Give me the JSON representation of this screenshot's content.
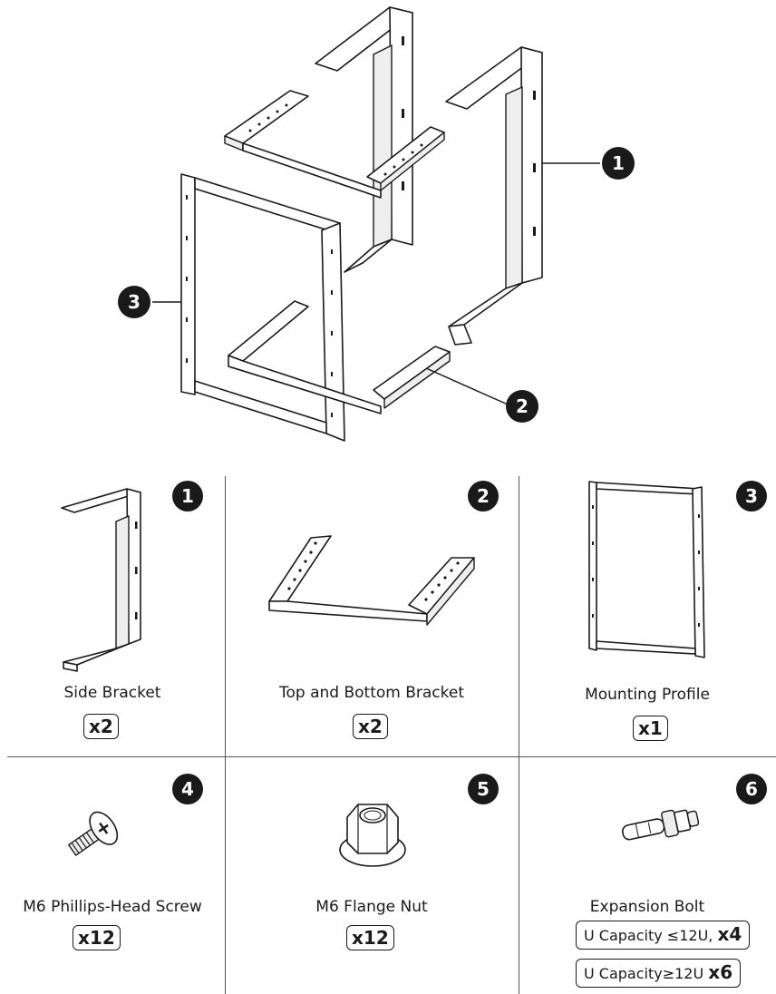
{
  "assembly": {
    "callouts": [
      "1",
      "2",
      "3"
    ]
  },
  "parts": [
    {
      "number": "1",
      "name": "Side Bracket",
      "qty": "x2",
      "icon": "side-bracket-icon"
    },
    {
      "number": "2",
      "name": "Top and Bottom Bracket",
      "qty": "x2",
      "icon": "top-bottom-bracket-icon"
    },
    {
      "number": "3",
      "name": "Mounting Profile",
      "qty": "x1",
      "icon": "mounting-profile-icon"
    },
    {
      "number": "4",
      "name": "M6 Phillips-Head Screw",
      "qty": "x12",
      "icon": "phillips-screw-icon"
    },
    {
      "number": "5",
      "name": "M6 Flange Nut",
      "qty": "x12",
      "icon": "flange-nut-icon"
    },
    {
      "number": "6",
      "name": "Expansion Bolt",
      "icon": "expansion-bolt-icon",
      "capacity": [
        {
          "label": "U Capacity ≤12U,",
          "qty": "x4"
        },
        {
          "label": "U Capacity≥12U",
          "qty": "x6"
        }
      ]
    }
  ]
}
